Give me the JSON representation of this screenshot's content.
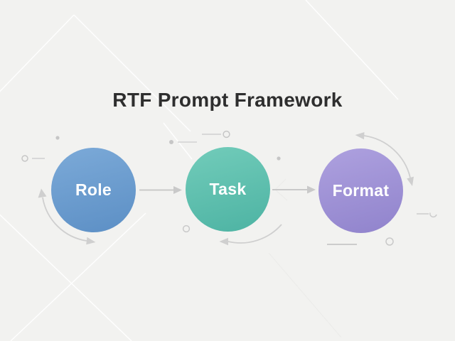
{
  "title": "RTF Prompt Framework",
  "nodes": [
    {
      "id": "role",
      "label": "Role",
      "color_top": "#7caad8",
      "color_bottom": "#5c8fc5"
    },
    {
      "id": "task",
      "label": "Task",
      "color_top": "#72ccba",
      "color_bottom": "#4db3a3"
    },
    {
      "id": "format",
      "label": "Format",
      "color_top": "#aea1df",
      "color_bottom": "#9083cc"
    }
  ],
  "connectors": [
    {
      "from": "Role",
      "to": "Task"
    },
    {
      "from": "Task",
      "to": "Format"
    }
  ],
  "colors": {
    "background": "#f2f2f0",
    "title_text": "#2e2e2e",
    "node_label_text": "#ffffff",
    "arrow_gray": "#c9c9c9",
    "decor_gray": "#c6c6c6"
  }
}
